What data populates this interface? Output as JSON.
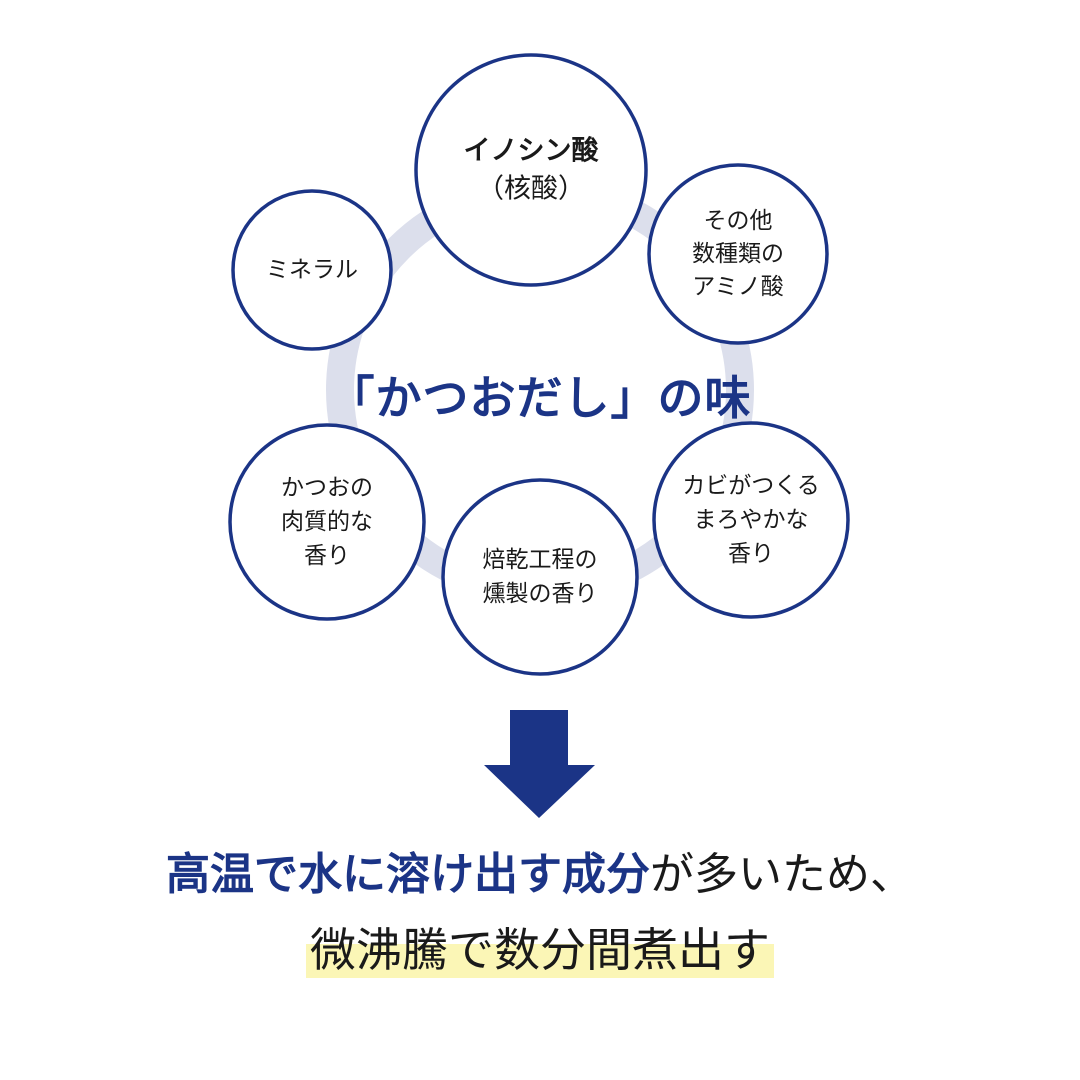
{
  "colors": {
    "primary": "#1b3486",
    "ring": "#dcdfec",
    "highlight": "#fbf6b6",
    "text": "#1a1a1a",
    "background": "#ffffff"
  },
  "center_title": "「かつおだし」の味",
  "nodes": [
    {
      "id": "inosine",
      "lines": [
        "イノシン酸",
        "（核酸）"
      ]
    },
    {
      "id": "amino",
      "lines": [
        "その他",
        "数種類の",
        "アミノ酸"
      ]
    },
    {
      "id": "mold",
      "lines": [
        "カビがつくる",
        "まろやかな",
        "香り"
      ]
    },
    {
      "id": "smoke",
      "lines": [
        "焙乾工程の",
        "燻製の香り"
      ]
    },
    {
      "id": "meat",
      "lines": [
        "かつおの",
        "肉質的な",
        "香り"
      ]
    },
    {
      "id": "mineral",
      "lines": [
        "ミネラル"
      ]
    }
  ],
  "arrow": {
    "icon": "down-arrow-icon"
  },
  "conclusion": {
    "line1_emphasis": "高温で水に溶け出す成分",
    "line1_rest": "が多いため、",
    "line2": "微沸騰で数分間煮出す"
  }
}
